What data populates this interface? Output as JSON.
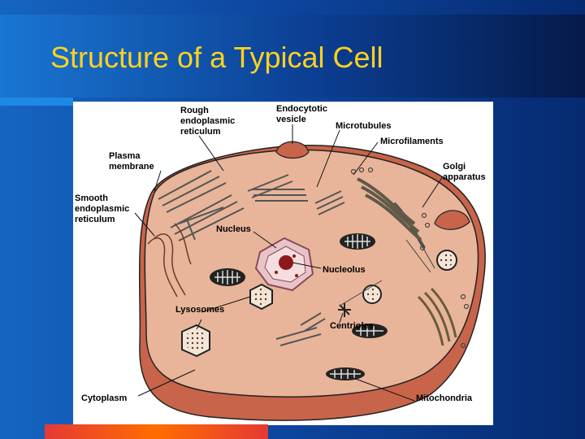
{
  "slide": {
    "title": "Structure of a Typical Cell"
  },
  "diagram": {
    "labels": {
      "rough_er_1": "Rough",
      "rough_er_2": "endoplasmic",
      "rough_er_3": "reticulum",
      "endocytotic_1": "Endocytotic",
      "endocytotic_2": "vesicle",
      "microtubules": "Microtubules",
      "microfilaments": "Microfilaments",
      "golgi_1": "Golgi",
      "golgi_2": "apparatus",
      "plasma_1": "Plasma",
      "plasma_2": "membrane",
      "smooth_er_1": "Smooth",
      "smooth_er_2": "endoplasmic",
      "smooth_er_3": "reticulum",
      "nucleus": "Nucleus",
      "nucleolus": "Nucleolus",
      "lysosomes": "Lysosomes",
      "centrioles": "Centrioles",
      "cytoplasm": "Cytoplasm",
      "mitochondria": "Mitochondria"
    }
  },
  "colors": {
    "cytoplasm": "#e8b59a",
    "membrane": "#c8644a",
    "title": "#ffd21f"
  }
}
